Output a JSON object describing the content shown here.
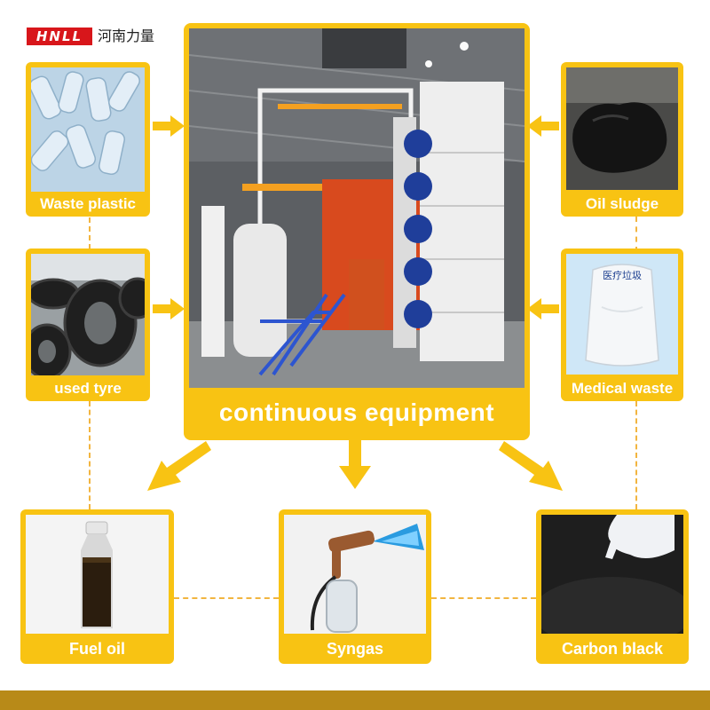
{
  "brand": {
    "logo_text": "HNLL",
    "company_name": "河南力量"
  },
  "center": {
    "title": "continuous equipment"
  },
  "inputs": [
    {
      "label": "Waste plastic"
    },
    {
      "label": "used tyre"
    },
    {
      "label": "Oil sludge"
    },
    {
      "label": "Medical waste",
      "bag_text": "医疗垃圾"
    }
  ],
  "outputs": [
    {
      "label": "Fuel oil"
    },
    {
      "label": "Syngas"
    },
    {
      "label": "Carbon black"
    }
  ],
  "colors": {
    "accent": "#f8c313",
    "dash": "#f2b540",
    "brand_red": "#d8161b",
    "band": "#b88a18"
  }
}
